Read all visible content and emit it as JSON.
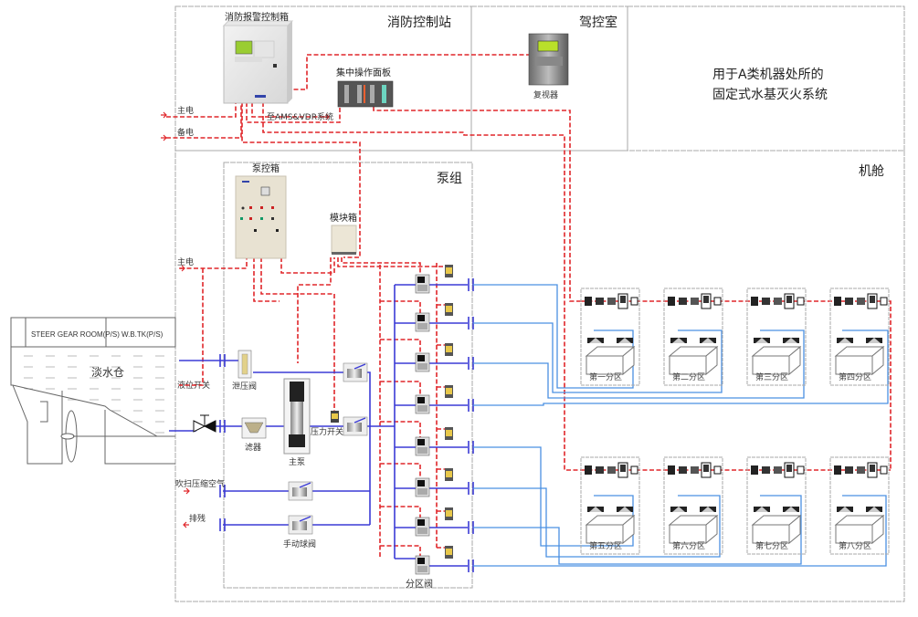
{
  "diagram": {
    "title_line1": "用于A类机器处所的",
    "title_line2": "固定式水基灭火系统",
    "zones_areas": {
      "fire_control_station": "消防控制站",
      "bridge": "驾控室",
      "engine_room": "机舱",
      "pump_set": "泵组"
    },
    "equipment": {
      "fire_alarm_panel": "消防报警控制箱",
      "central_panel": "集中操作面板",
      "repeater": "复视器",
      "pump_control_box": "泵控箱",
      "module_box": "模块箱",
      "relief_valve": "泄压阀",
      "filter": "滤器",
      "main_pump": "主泵",
      "pressure_switch": "压力开关",
      "manual_ball_valve": "手动球阀",
      "section_valve": "分区阀",
      "level_switch": "液位开关",
      "fresh_water_tank": "淡水仓"
    },
    "power": {
      "main_power_1": "主电",
      "backup_power": "备电",
      "main_power_2": "主电",
      "ams_vdr": "至AMS&VDR系统"
    },
    "lines": {
      "purge_air": "吹扫压缩空气",
      "drain": "排残"
    },
    "hull": {
      "steer_gear_room": "STEER GEAR ROOM(P/S)",
      "wb_tank": "W.B.TK(P/S)"
    },
    "sections": [
      {
        "label": "第一分区"
      },
      {
        "label": "第二分区"
      },
      {
        "label": "第三分区"
      },
      {
        "label": "第四分区"
      },
      {
        "label": "第五分区"
      },
      {
        "label": "第六分区"
      },
      {
        "label": "第七分区"
      },
      {
        "label": "第八分区"
      }
    ],
    "colors": {
      "signal_line": "#e0262a",
      "water_pipe": "#3b3bd6",
      "zone_pipe": "#4a90e2",
      "boundary": "#999999"
    }
  }
}
